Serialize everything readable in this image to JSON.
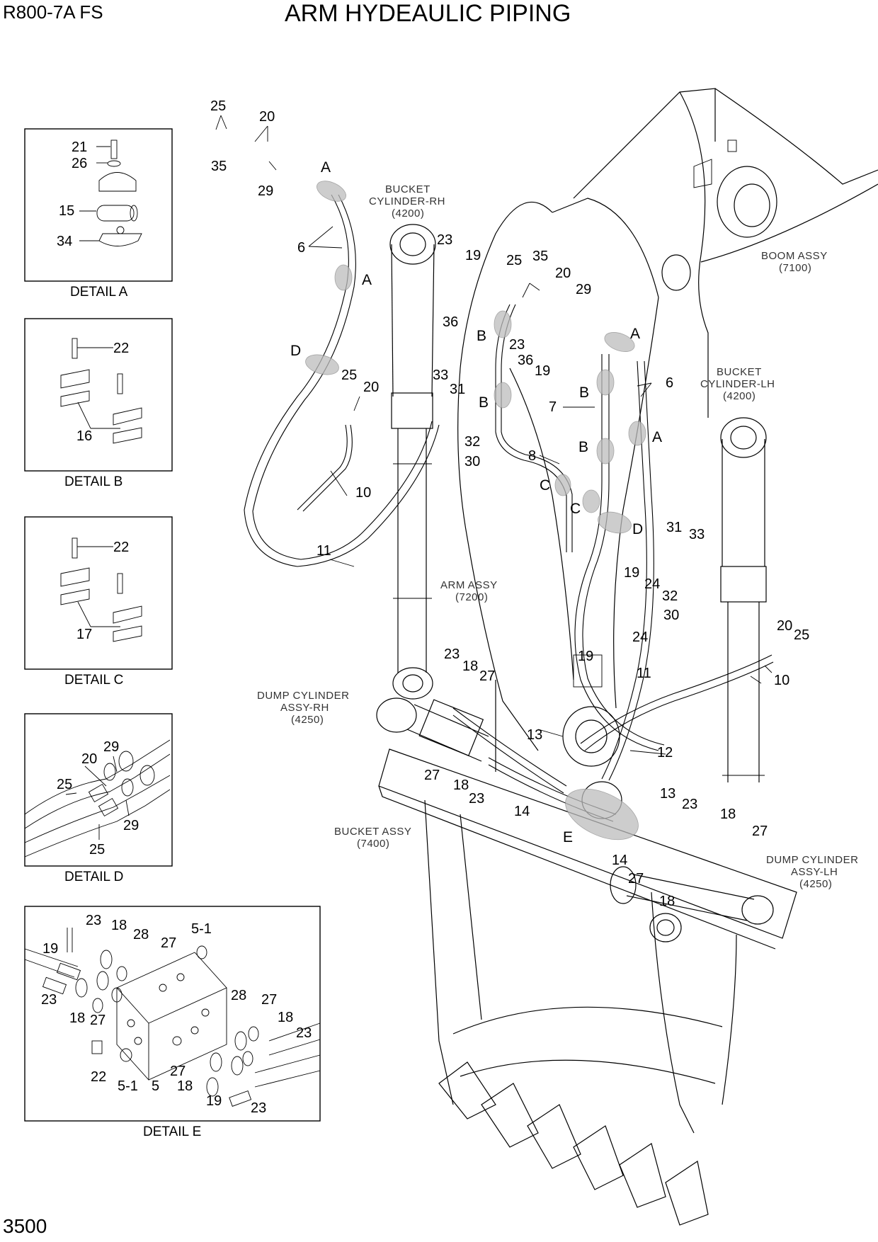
{
  "header": {
    "model": "R800-7A  FS",
    "title": "ARM HYDEAULIC PIPING",
    "page_number": "3500"
  },
  "assemblies": {
    "bucket_cylinder_rh": [
      "BUCKET",
      "CYLINDER-RH",
      "(4200)"
    ],
    "bucket_cylinder_lh": [
      "BUCKET",
      "CYLINDER-LH",
      "(4200)"
    ],
    "boom_assy": [
      "BOOM ASSY",
      "(7100)"
    ],
    "arm_assy": [
      "ARM ASSY",
      "(7200)"
    ],
    "dump_cylinder_rh": [
      "DUMP CYLINDER",
      "ASSY-RH",
      "(4250)"
    ],
    "dump_cylinder_lh": [
      "DUMP CYLINDER",
      "ASSY-LH",
      "(4250)"
    ],
    "bucket_assy": [
      "BUCKET ASSY",
      "(7400)"
    ]
  },
  "details": {
    "a": {
      "caption": "DETAIL A",
      "labels": [
        "21",
        "26",
        "15",
        "34"
      ]
    },
    "b": {
      "caption": "DETAIL B",
      "labels": [
        "22",
        "16"
      ]
    },
    "c": {
      "caption": "DETAIL C",
      "labels": [
        "22",
        "17"
      ]
    },
    "d": {
      "caption": "DETAIL D",
      "labels": [
        "25",
        "20",
        "29",
        "29",
        "25"
      ]
    },
    "e": {
      "caption": "DETAIL E",
      "labels": [
        "23",
        "18",
        "28",
        "27",
        "5-1",
        "19",
        "23",
        "18",
        "27",
        "28",
        "27",
        "18",
        "23",
        "22",
        "5-1",
        "5",
        "27",
        "18",
        "19",
        "23"
      ]
    }
  },
  "callouts": [
    "25",
    "20",
    "35",
    "29",
    "A",
    "6",
    "A",
    "D",
    "25",
    "20",
    "10",
    "11",
    "33",
    "31",
    "32",
    "30",
    "23",
    "19",
    "36",
    "25",
    "35",
    "20",
    "29",
    "B",
    "23",
    "36",
    "19",
    "A",
    "B",
    "B",
    "7",
    "6",
    "A",
    "8",
    "B",
    "C",
    "C",
    "D",
    "31",
    "33",
    "19",
    "24",
    "32",
    "30",
    "24",
    "19",
    "20",
    "25",
    "10",
    "11",
    "23",
    "18",
    "27",
    "13",
    "12",
    "27",
    "18",
    "23",
    "14",
    "13",
    "E",
    "23",
    "18",
    "27",
    "14",
    "27",
    "18"
  ]
}
